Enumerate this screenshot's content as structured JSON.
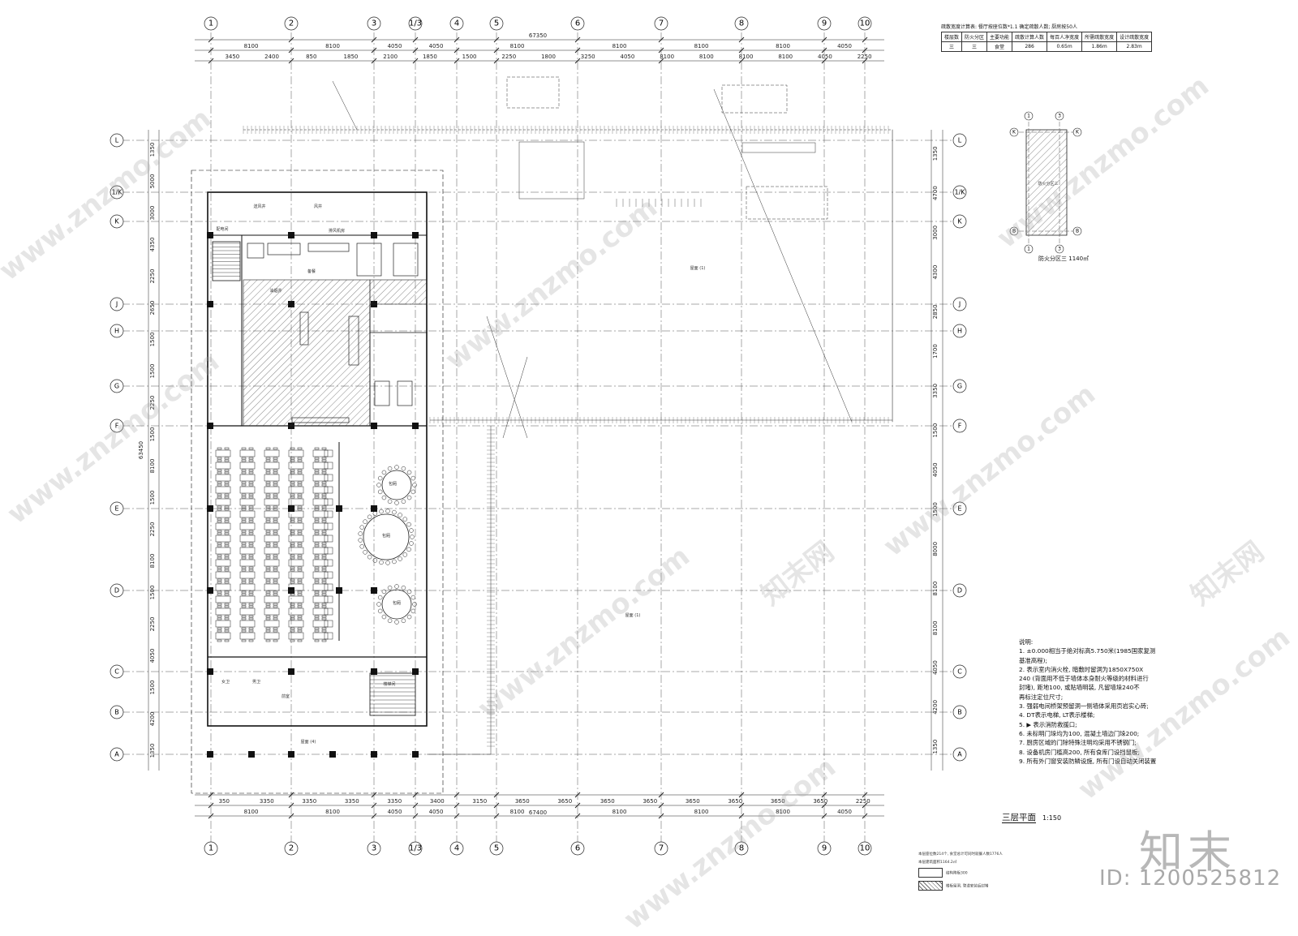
{
  "drawing": {
    "title": "三层平面",
    "scale": "1:150",
    "overall_dim_top": "67350",
    "overall_dim_bottom": "67400",
    "overall_dim_left": "63450"
  },
  "grid_top": [
    "1",
    "2",
    "3",
    "1/3",
    "4",
    "5",
    "6",
    "7",
    "8",
    "9",
    "10"
  ],
  "grid_bottom": [
    "1",
    "2",
    "3",
    "1/3",
    "4",
    "5",
    "6",
    "7",
    "8",
    "9",
    "10"
  ],
  "grid_rows": [
    "L",
    "1/K",
    "K",
    "J",
    "H",
    "G",
    "F",
    "E",
    "D",
    "C",
    "B",
    "A"
  ],
  "dims_top_row1": [
    "8100",
    "8100",
    "4050",
    "4050",
    "8100",
    "8100",
    "8100",
    "8100",
    "4050"
  ],
  "dims_top_row2": [
    "3450",
    "2400",
    "850",
    "1850",
    "2100",
    "1850",
    "1500",
    "2250",
    "1800",
    "3250",
    "4050",
    "8100",
    "8100",
    "8100",
    "8100",
    "4050",
    "2250"
  ],
  "dims_bottom_row": [
    "350",
    "3350",
    "3350",
    "3350",
    "3350",
    "3400",
    "3150",
    "3650",
    "3650",
    "3650",
    "3650",
    "3650",
    "3650",
    "3650",
    "3650",
    "2250"
  ],
  "dims_bottom_row2": [
    "8100",
    "8100",
    "4050",
    "4050",
    "8100",
    "8100",
    "8100",
    "8100",
    "4050"
  ],
  "dims_left": [
    "1350",
    "5000",
    "3000",
    "4350",
    "2250",
    "2650",
    "1500",
    "1500",
    "2250",
    "1500",
    "8100",
    "1500",
    "2250",
    "8100",
    "1500",
    "2250",
    "4050",
    "1500",
    "4200",
    "1350"
  ],
  "dims_right": [
    "1350",
    "4700",
    "3000",
    "4300",
    "2850",
    "1700",
    "3350",
    "1500",
    "4050",
    "1500",
    "8000",
    "8100",
    "8100",
    "4050",
    "4200",
    "1350"
  ],
  "rooms": [
    "配电间",
    "油烟井",
    "备餐",
    "包厢",
    "包厢",
    "包厢",
    "屋面 (1)",
    "屋面 (1)",
    "屋面 (4)",
    "前室",
    "排风机房",
    "送风井",
    "风井",
    "女卫",
    "男卫",
    "楼梯间",
    "防火分区三"
  ],
  "fire_table": {
    "caption": "疏散宽度计算表: 餐厅按座位数*1.1 确定疏散人数; 厨房按50人",
    "headers": [
      "楼层数",
      "防火分区",
      "主要功能",
      "疏散计算人数",
      "每百人净宽度",
      "所需疏散宽度",
      "设计疏散宽度"
    ],
    "row": [
      "三",
      "三",
      "食堂",
      "286",
      "0.65m",
      "1.86m",
      "2.83m"
    ]
  },
  "keyplan": {
    "label": "防火分区三",
    "area": "1140㎡",
    "grid_top": [
      "1",
      "3"
    ],
    "grid_side": [
      "K",
      "B"
    ]
  },
  "notes": {
    "heading": "说明:",
    "items": [
      "1. ±0.000相当于绝对标高5.750米(1985国家复测",
      "基准高程);",
      "2. 表示室内消火栓, 暗敷时留洞为1850X750X",
      "240 (背面用不低于墙体本身耐火等级的材料进行",
      "封堵), 距地100, 或贴墙明装, 凡留墙垛240不",
      "再标注定位尺寸;",
      "3. 强弱电间桥架预留洞一侧墙体采用页岩实心砖;",
      "4. DT表示电梯, LT表示楼梯;",
      "5. ▶  表示消防救援口;",
      "6. 未标明门垛均为100, 混凝土墙边门垛200;",
      "7. 厨房区域的门除特殊注明均采用不锈钢门;",
      "8. 设备机房门槛高200, 所有食库门设挡鼠板;",
      "9. 所有外门窗安装防鳞设施, 所有门设自动关闭装置"
    ]
  },
  "legend": {
    "line1": "本层座位数214个, 食堂总计可同时就餐人数1776人",
    "line2": "本层建筑面积1164.2㎡",
    "item1": "结构降板300",
    "item2": "楼板留洞, 管道安装后封堵"
  },
  "watermark": {
    "site": "www.znzmo.com",
    "brand": "知末网",
    "logo": "知末",
    "id": "ID: 1200525812"
  }
}
